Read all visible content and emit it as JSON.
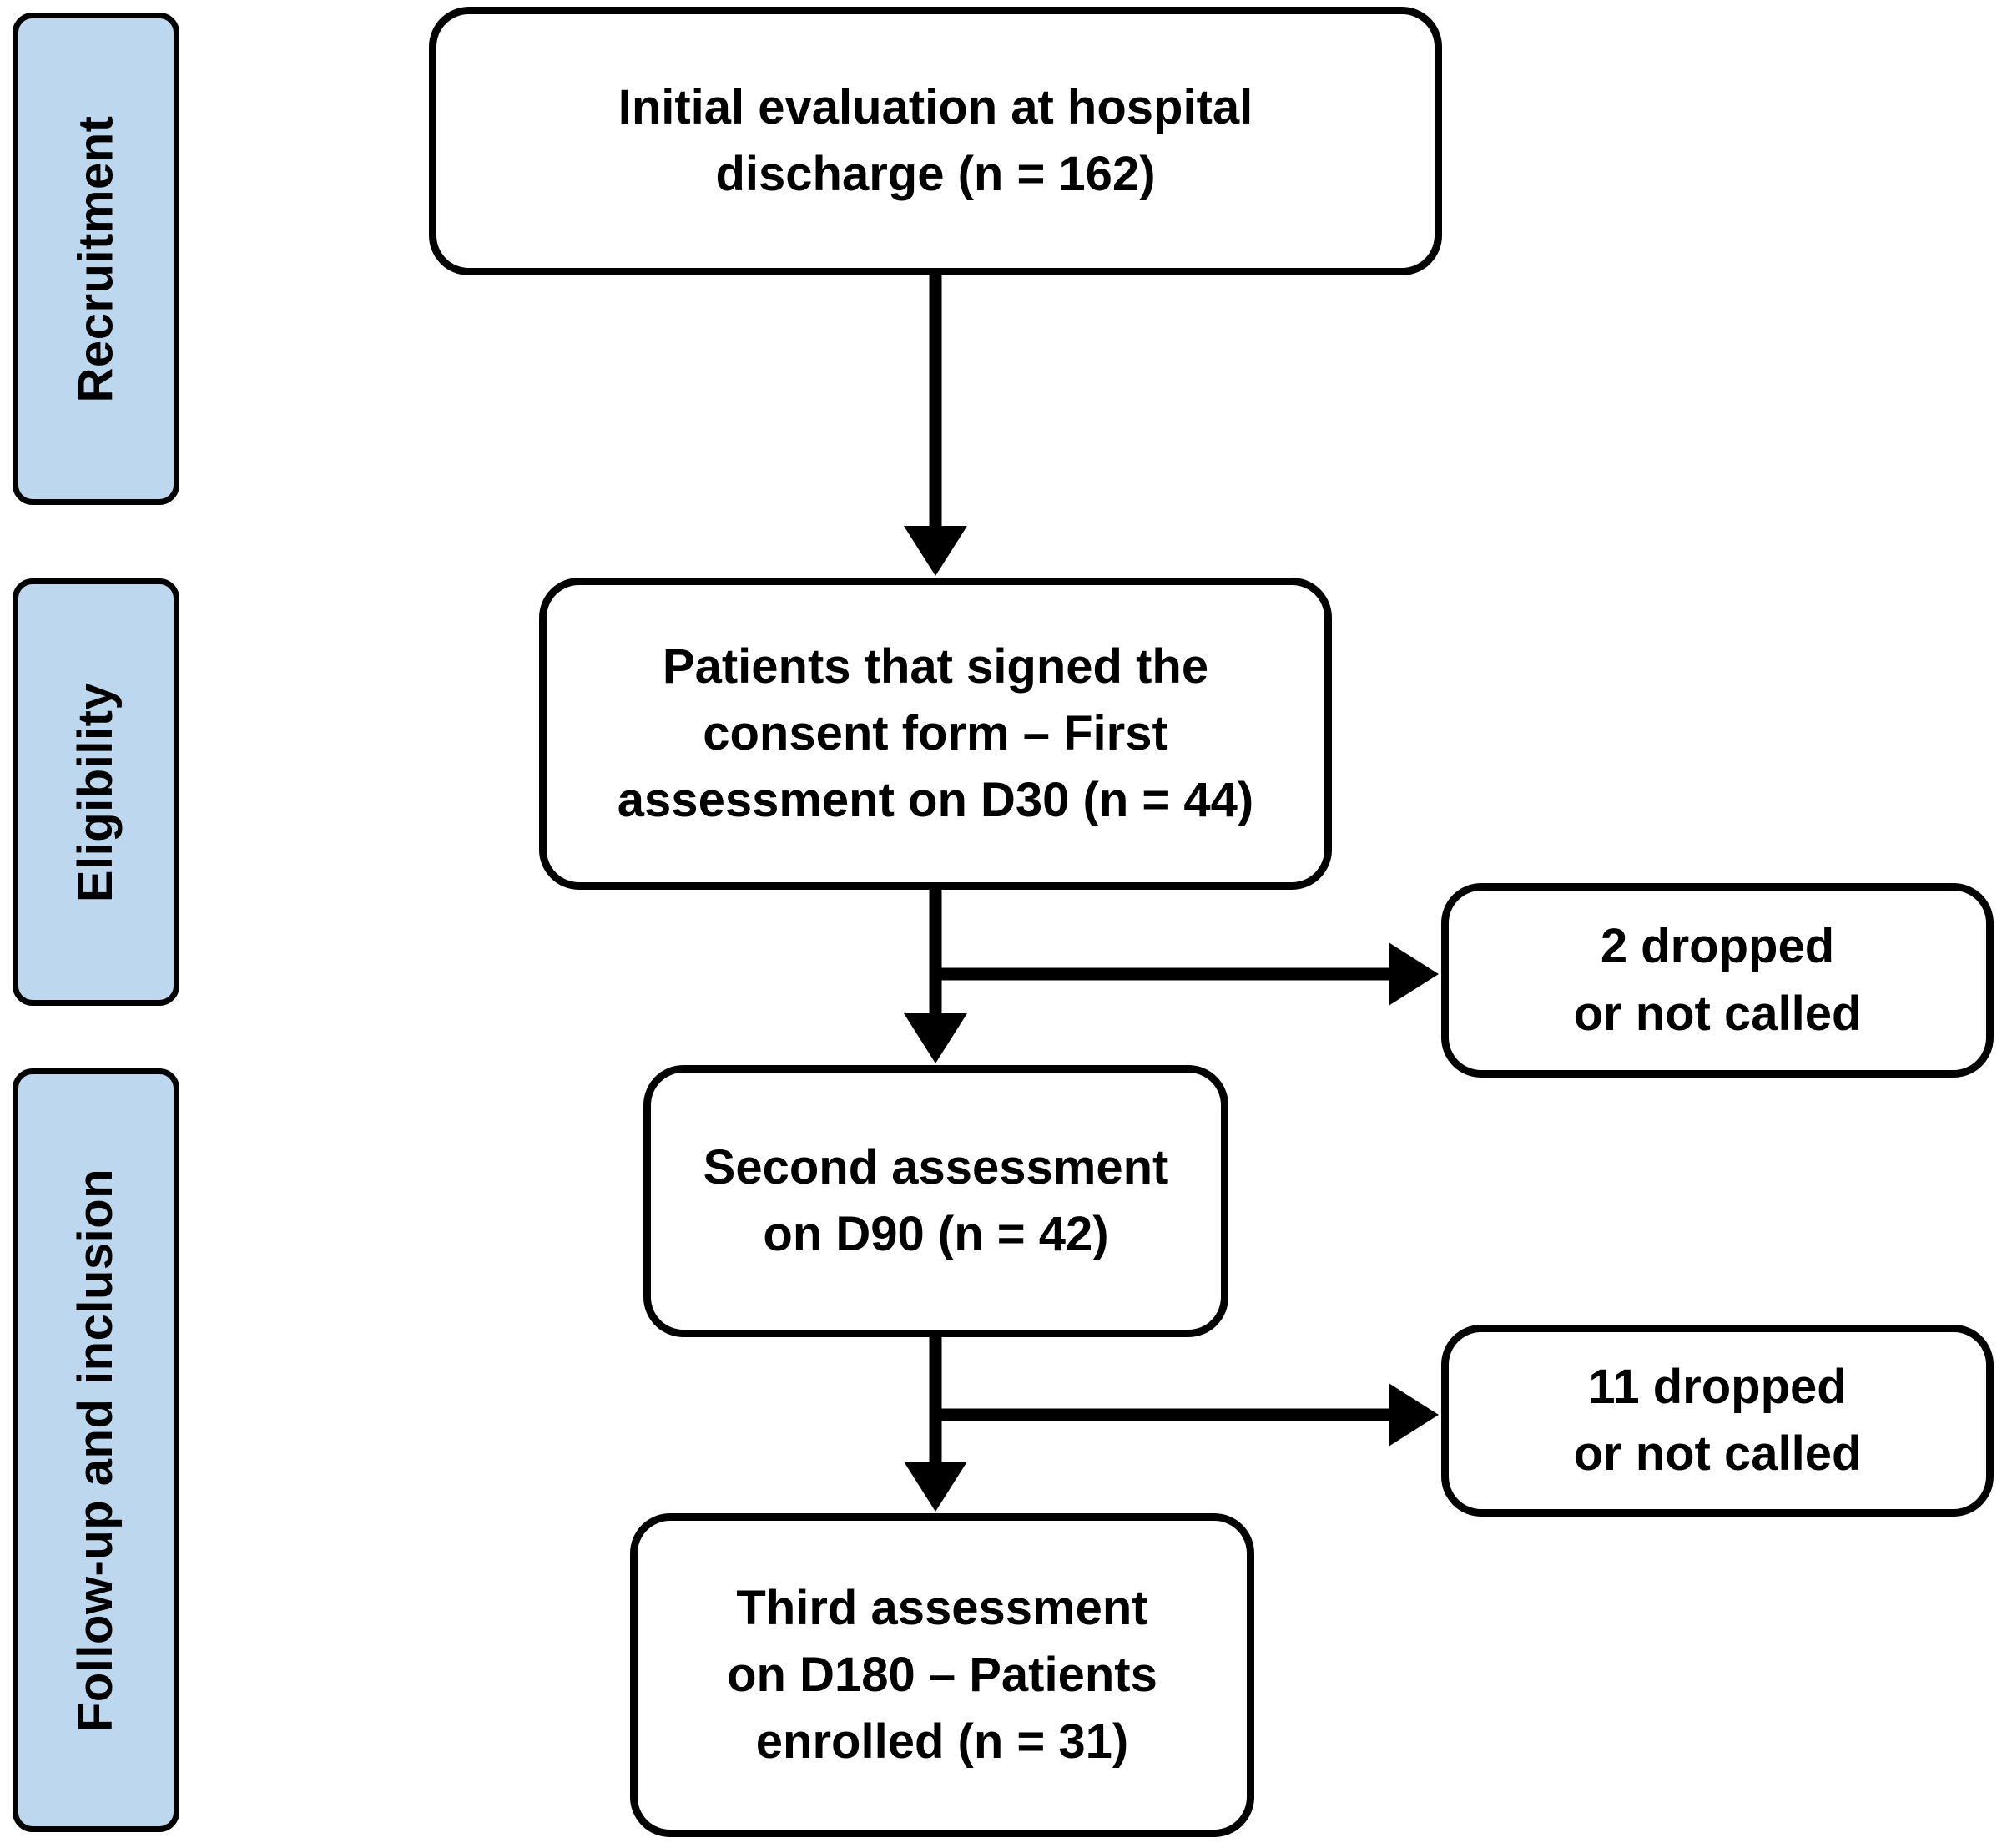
{
  "figure": {
    "stages": [
      {
        "label": "Recruitment"
      },
      {
        "label": "Eligibility"
      },
      {
        "label": "Follow-up and inclusion"
      }
    ],
    "flow": {
      "initial": "Initial evaluation at hospital\ndischarge (n = 162)",
      "consent": "Patients that signed the\nconsent form – First\nassessment on D30 (n = 44)",
      "second": "Second assessment\non D90 (n = 42)",
      "third": "Third assessment\non D180 – Patients\nenrolled (n = 31)",
      "dropped1": "2 dropped\nor not called",
      "dropped2": "11 dropped\nor not called"
    },
    "colors": {
      "stage_fill": "#bdd7ee",
      "box_fill": "#ffffff",
      "border": "#000000"
    }
  }
}
